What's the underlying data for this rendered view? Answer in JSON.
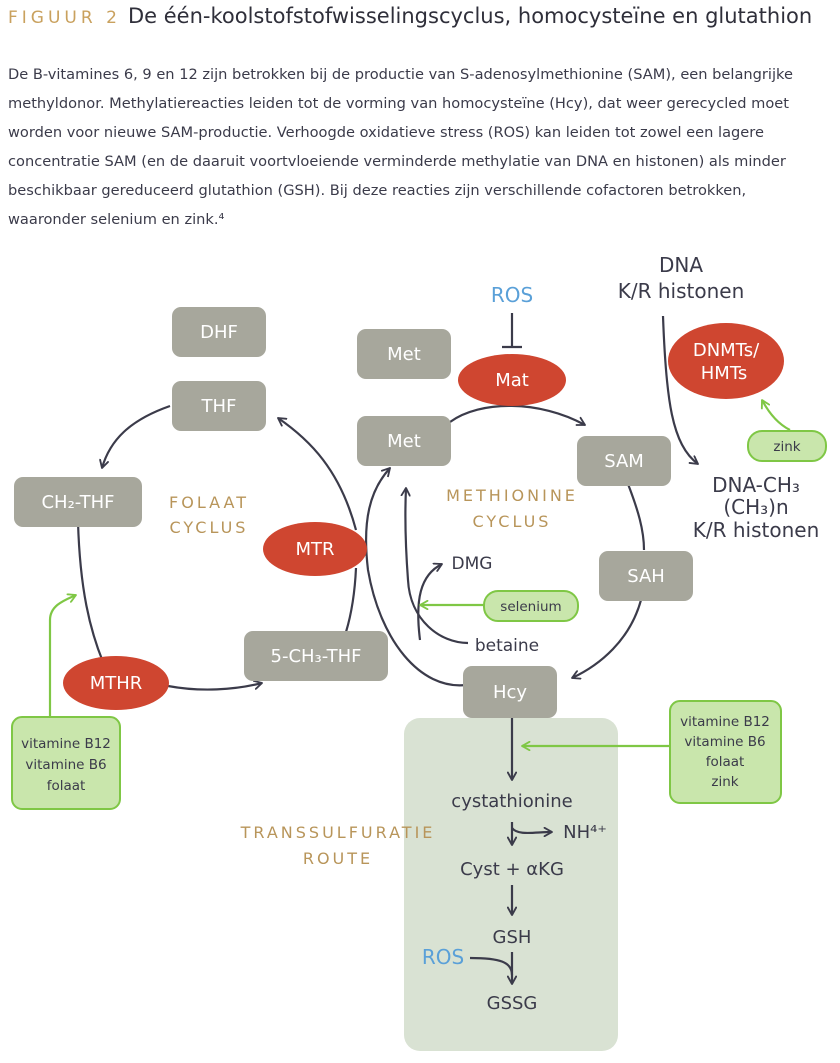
{
  "header": {
    "figure_label": "FIGUUR 2",
    "title": "De één-koolstofstofwisselingscyclus, homocysteïne en glutathion"
  },
  "intro": "De B-vitamines 6, 9 en 12 zijn betrokken bij de productie van S-adenosylmethionine (SAM), een belangrijke methyldonor. Methylatiereacties leiden tot de vorming van homocysteïne (Hcy), dat weer gerecycled moet worden voor nieuwe SAM-productie. Verhoogde oxidatieve stress (ROS) kan leiden tot zowel een lagere concentratie SAM (en de daaruit voortvloeiende verminderde methylatie van DNA en histonen) als minder beschikbaar gereduceerd glutathion (GSH). Bij deze reacties zijn verschillende cofactoren betrokken, waaronder selenium en zink.⁴",
  "labels": {
    "folaat": [
      "FOLAAT",
      "CYCLUS"
    ],
    "methionine": [
      "METHIONINE",
      "CYCLUS"
    ],
    "trans": [
      "TRANSSULFURATIE",
      "ROUTE"
    ]
  },
  "metabolites": {
    "dhf": "DHF",
    "thf": "THF",
    "ch2thf": "CH₂-THF",
    "ch3thf": "5-CH₃-THF",
    "met_top": "Met",
    "met": "Met",
    "sam": "SAM",
    "sah": "SAH",
    "hcy": "Hcy"
  },
  "enzymes": {
    "mtr": "MTR",
    "mthr": "MTHR",
    "mat": "Mat",
    "dnmts_line1": "DNMTs/",
    "dnmts_line2": "HMTs"
  },
  "plain": {
    "dmg": "DMG",
    "betaine": "betaine",
    "dna_top1": "DNA",
    "dna_top2": "K/R histonen",
    "dna_ch3_1": "DNA-CH₃",
    "dna_ch3_2": "(CH₃)n",
    "dna_ch3_3": "K/R histonen",
    "cystathionine": "cystathionine",
    "nh4": "NH⁴⁺",
    "cyst_akg": "Cyst + αKG",
    "gsh": "GSH",
    "gssg": "GSSG"
  },
  "ros": {
    "ros_top": "ROS",
    "ros_bottom": "ROS"
  },
  "cofactors": {
    "zink": "zink",
    "selenium": "selenium",
    "left": [
      "vitamine B12",
      "vitamine B6",
      "folaat"
    ],
    "right": [
      "vitamine B12",
      "vitamine B6",
      "folaat",
      "zink"
    ]
  },
  "colors": {
    "box": "#a7a79c",
    "enzyme": "#cf4630",
    "green_stroke": "#7fc745",
    "green_fill": "#c9e6ac",
    "ros": "#5aa0d8",
    "gold": "#b8955a",
    "arrow": "#3b3b4a",
    "trans_bg": "#d9e2d3"
  }
}
